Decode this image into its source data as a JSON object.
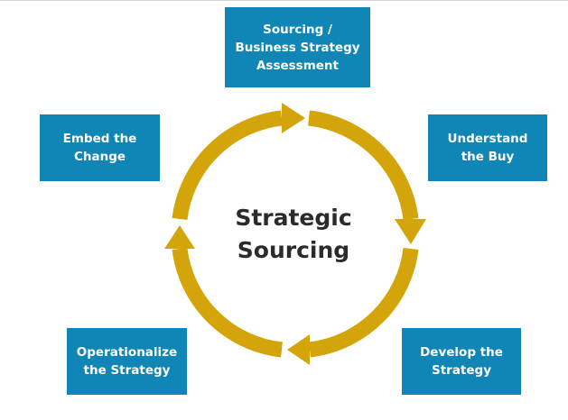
{
  "diagram": {
    "center_label": [
      "Strategic",
      "Sourcing"
    ],
    "steps": [
      {
        "lines": [
          "Sourcing /",
          "Business Strategy",
          "Assessment"
        ]
      },
      {
        "lines": [
          "Understand",
          "the Buy"
        ]
      },
      {
        "lines": [
          "Develop the",
          "Strategy"
        ]
      },
      {
        "lines": [
          "Operationalize",
          "the Strategy"
        ]
      },
      {
        "lines": [
          "Embed the",
          "Change"
        ]
      }
    ],
    "colors": {
      "box": "#0f86b6",
      "arrow": "#d4a50b",
      "center_text": "#2b2b2b"
    }
  }
}
